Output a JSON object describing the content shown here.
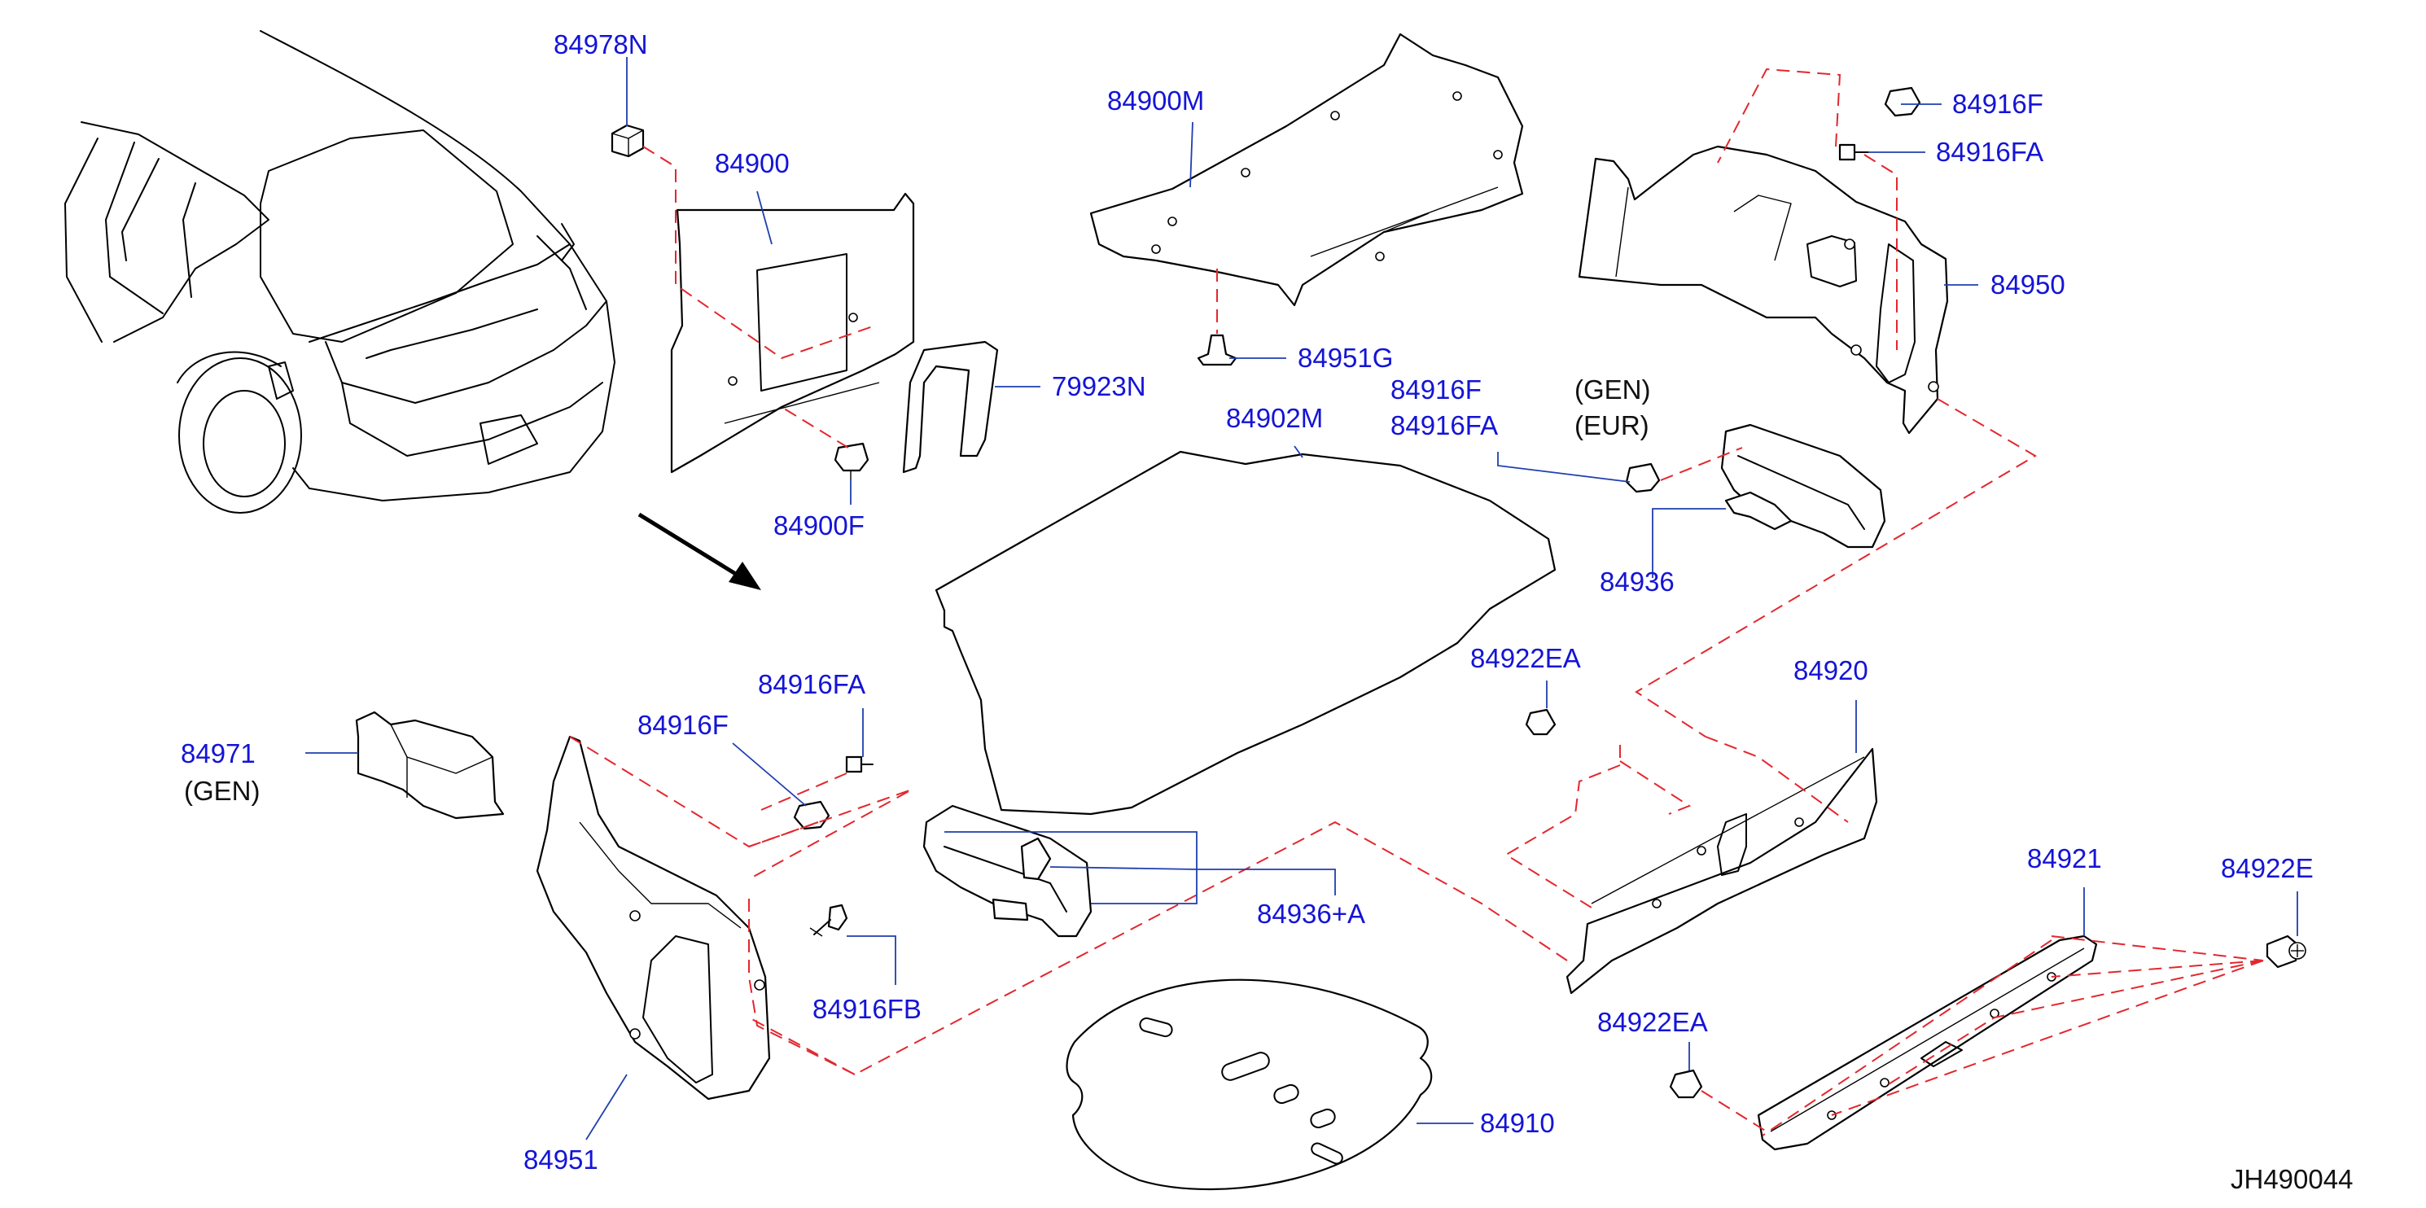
{
  "diagram_code": "JH490044",
  "labels": {
    "p84978N": "84978N",
    "p84900": "84900",
    "p84900M": "84900M",
    "p84916F_top": "84916F",
    "p84916FA_top": "84916FA",
    "p84950": "84950",
    "p79923N": "79923N",
    "p84951G": "84951G",
    "p84902M": "84902M",
    "p84916F_mid": "84916F",
    "p84916FA_mid": "84916FA",
    "gen_mid": "(GEN)",
    "eur_mid": "(EUR)",
    "p84900F": "84900F",
    "p84936": "84936",
    "p84916FA_left": "84916FA",
    "p84916F_left": "84916F",
    "p84971": "84971",
    "gen_left": "(GEN)",
    "p84922EA_top": "84922EA",
    "p84920": "84920",
    "p84936A": "84936+A",
    "p84916FB": "84916FB",
    "p84921": "84921",
    "p84922E": "84922E",
    "p84922EA_bottom": "84922EA",
    "p84951": "84951",
    "p84910": "84910"
  },
  "colors": {
    "label": "#1414d6",
    "leader": "#1f3fae",
    "dashed_reference": "#e3272e",
    "outline": "#000000"
  }
}
